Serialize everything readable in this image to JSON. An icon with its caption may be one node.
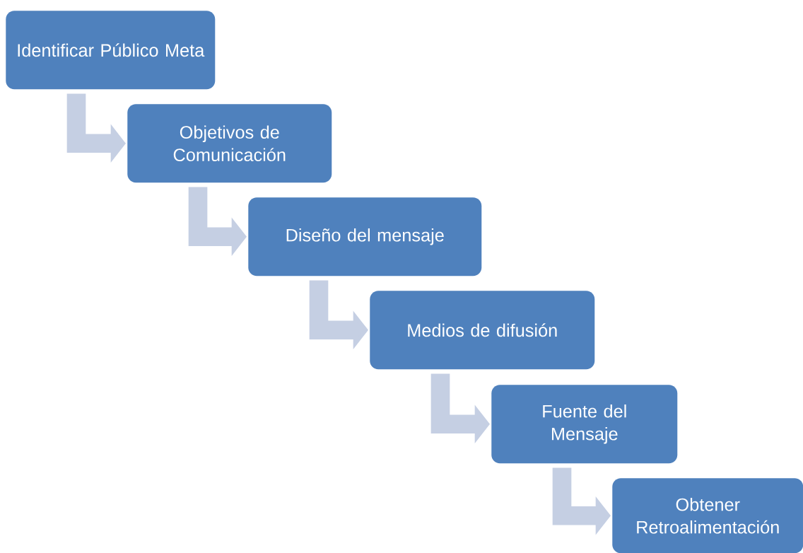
{
  "diagram": {
    "nodes": [
      {
        "text": [
          "Identificar Público Meta"
        ]
      },
      {
        "text": [
          "Objetivos de Comunicación"
        ]
      },
      {
        "text": [
          "Diseño del mensaje"
        ]
      },
      {
        "text": [
          "Medios de difusión"
        ]
      },
      {
        "text": [
          "Fuente del Mensaje"
        ]
      },
      {
        "text": [
          "Obtener Retroalimentación"
        ]
      }
    ],
    "edges": [
      {
        "from": 0,
        "to": 1,
        "arrow": "to"
      },
      {
        "from": 1,
        "to": 2,
        "arrow": "to"
      },
      {
        "from": 2,
        "to": 3,
        "arrow": "to"
      },
      {
        "from": 3,
        "to": 4,
        "arrow": "to"
      },
      {
        "from": 4,
        "to": 5,
        "arrow": "to"
      }
    ]
  }
}
